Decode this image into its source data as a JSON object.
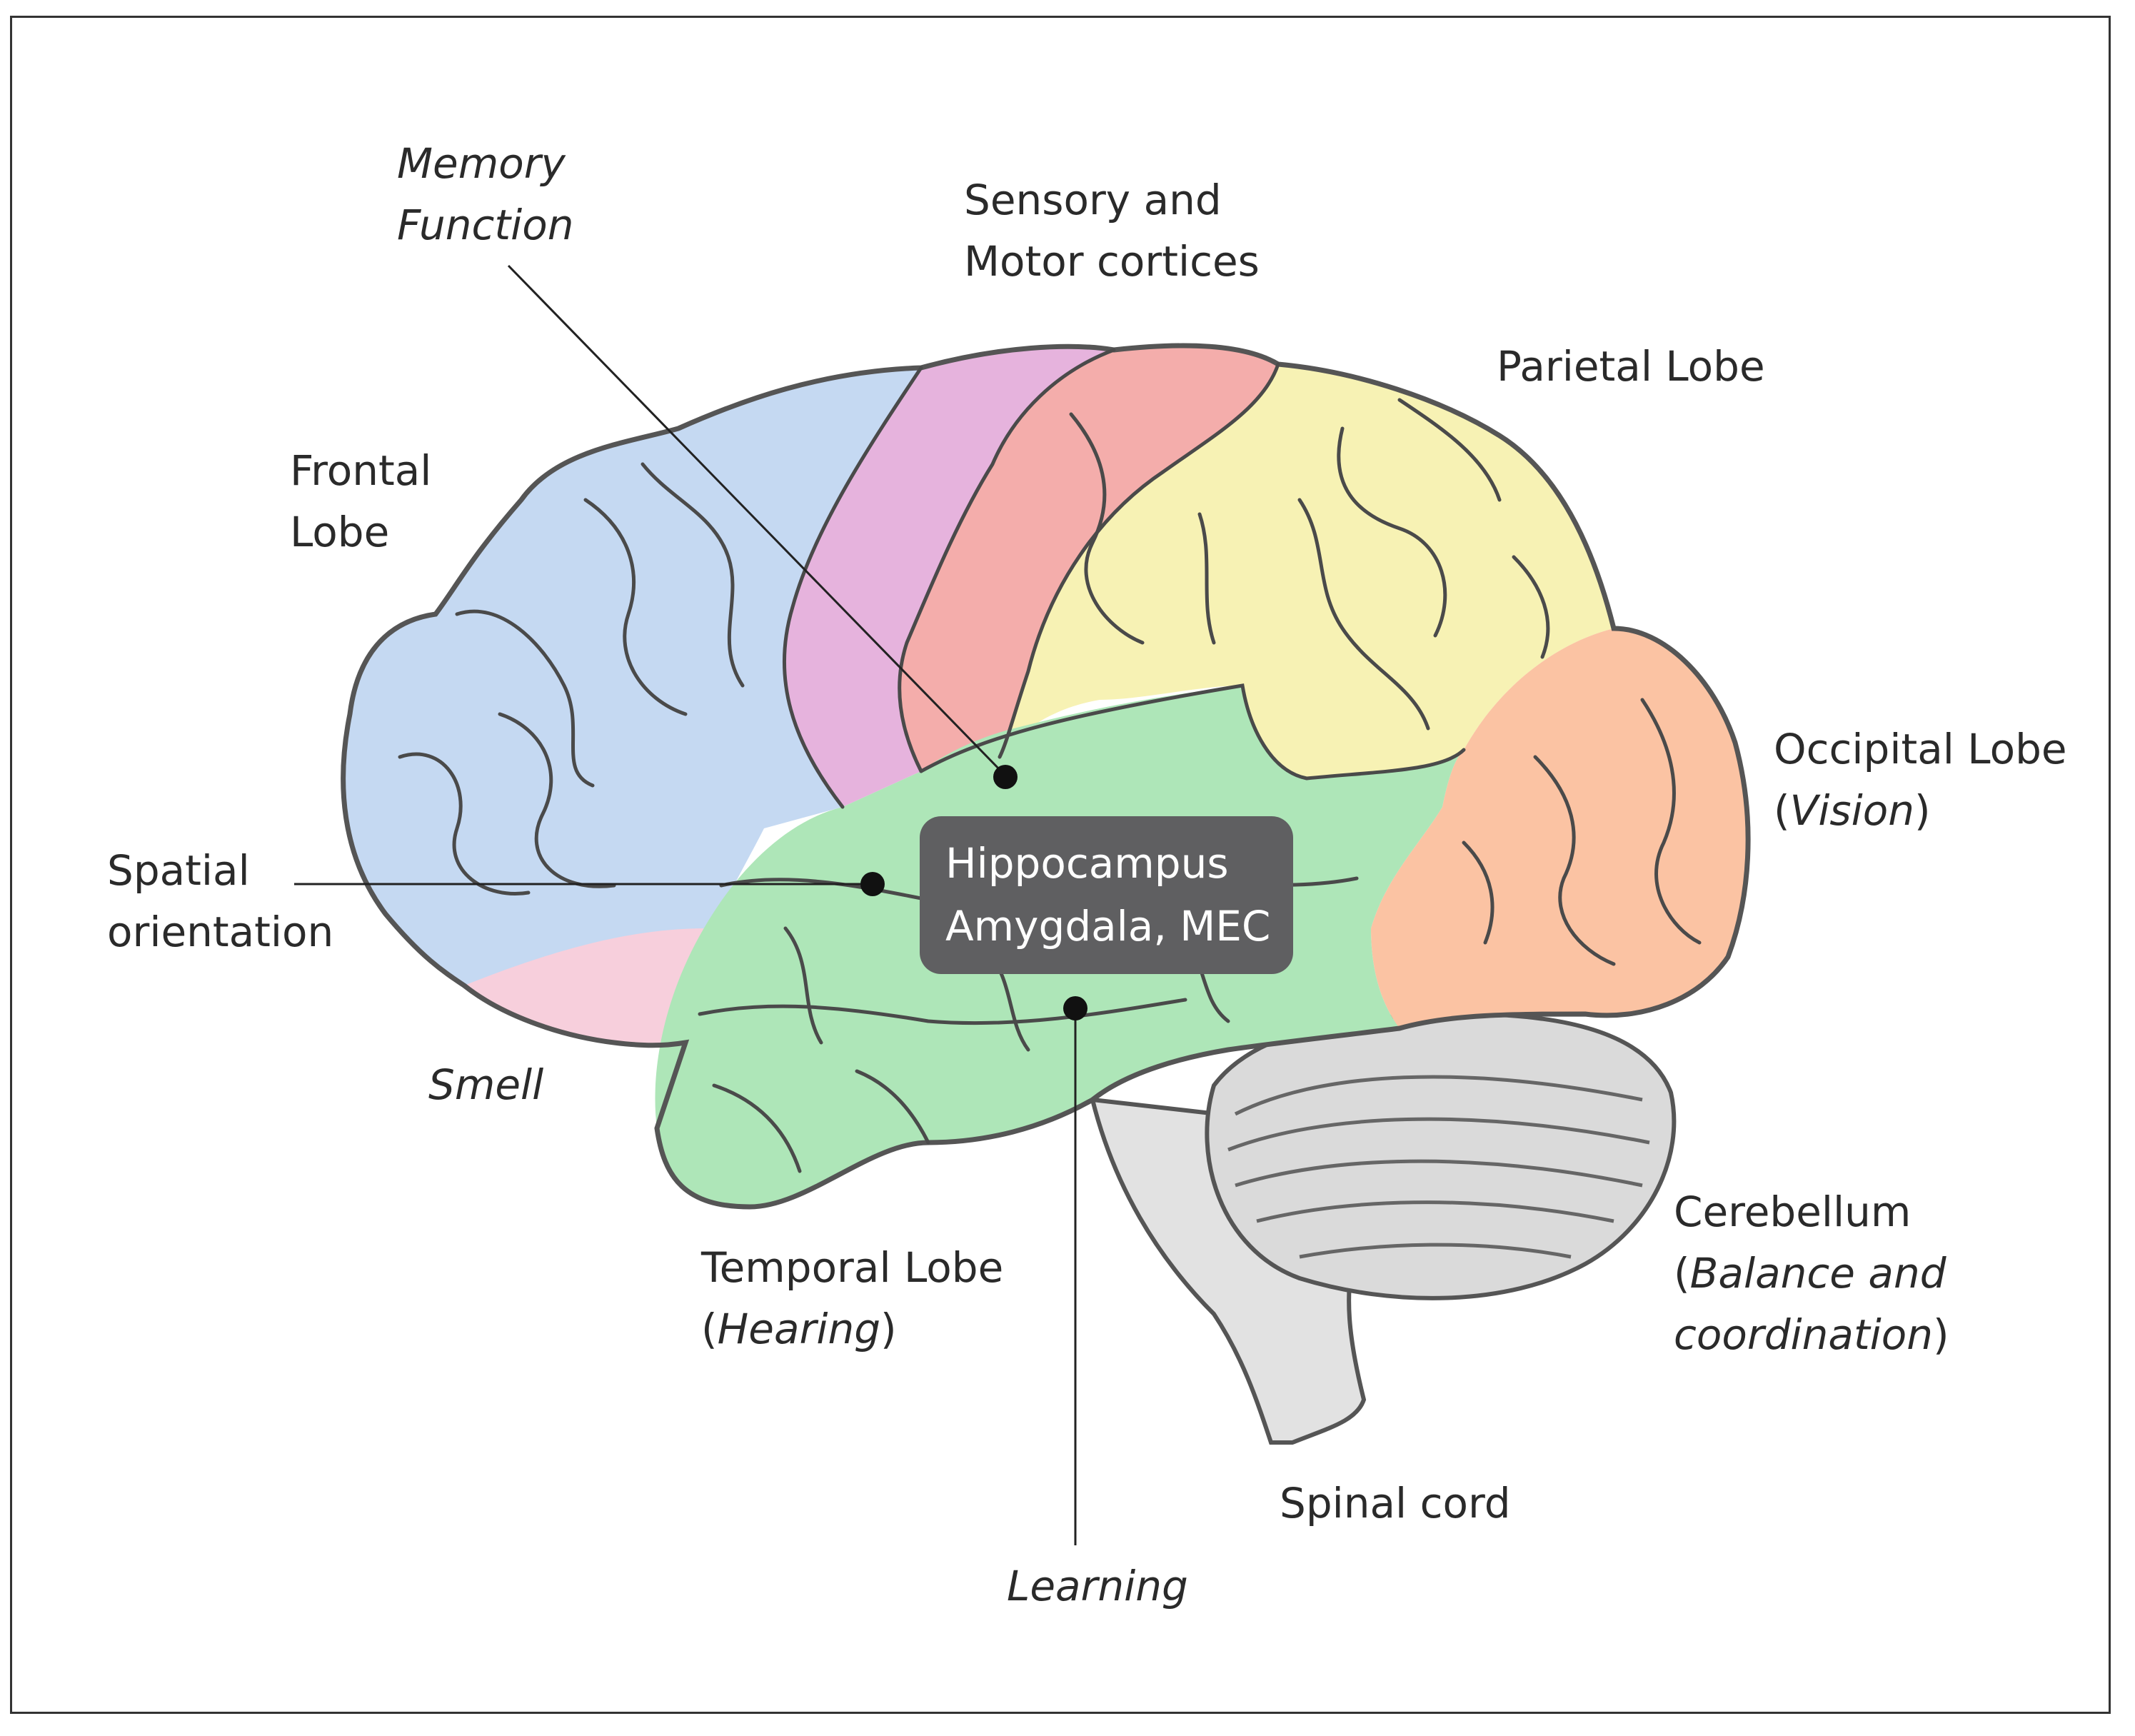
{
  "labels": {
    "memory_function": {
      "line1": "Memory",
      "line2": "Function"
    },
    "sensory_motor": {
      "line1": "Sensory and",
      "line2": "Motor cortices"
    },
    "parietal": {
      "line1": "Parietal Lobe"
    },
    "frontal": {
      "line1": "Frontal",
      "line2": "Lobe"
    },
    "occipital": {
      "line1": "Occipital Lobe",
      "line2_open": "(",
      "line2_em": "Vision",
      "line2_close": ")"
    },
    "spatial": {
      "line1": "Spatial",
      "line2": "orientation"
    },
    "smell": {
      "line1": "Smell"
    },
    "temporal": {
      "line1": "Temporal Lobe",
      "line2_open": "(",
      "line2_em": "Hearing",
      "line2_close": ")"
    },
    "cerebellum": {
      "line1": "Cerebellum",
      "line2_open": "(",
      "line2_em": "Balance and",
      "line3_em": "coordination",
      "line3_close": ")"
    },
    "spinal": {
      "line1": "Spinal cord"
    },
    "learning": {
      "line1": "Learning"
    }
  },
  "center_box": {
    "line1": "Hippocampus",
    "line2": "Amygdala, MEC"
  },
  "colors": {
    "frontal": "#c5d9f2",
    "premotor": "#e6b3dd",
    "motor": "#f4adab",
    "parietal": "#f7f2b4",
    "occipital": "#fbc3a3",
    "temporal": "#aee6b8",
    "smell": "#f7cfdc",
    "cerebellum": "#dadada",
    "outline": "#555555",
    "box": "#5f5f61"
  }
}
